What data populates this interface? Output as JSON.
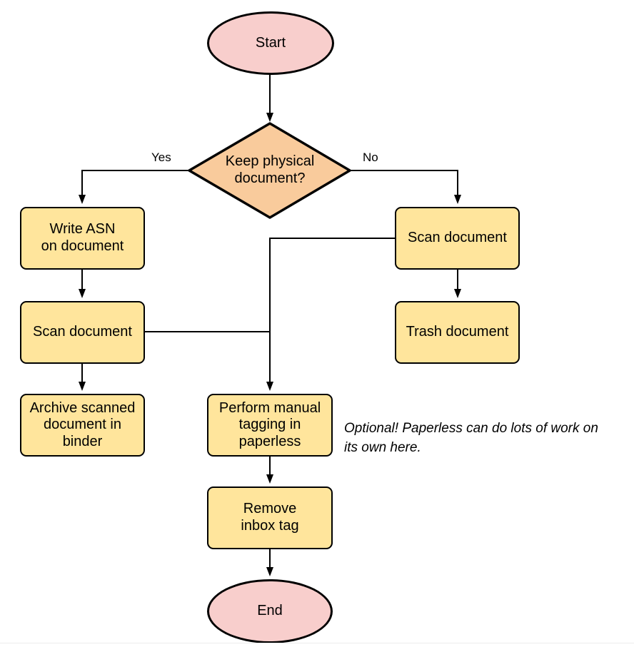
{
  "colors": {
    "terminal": "#f8cecc",
    "process": "#ffe59c",
    "decision": "#f9cb9c",
    "line": "#000000"
  },
  "nodes": {
    "start": {
      "label": "Start"
    },
    "decision": {
      "label": "Keep physical\ndocument?"
    },
    "write_asn": {
      "label": "Write ASN\non document"
    },
    "scan_left": {
      "label": "Scan document"
    },
    "archive": {
      "label": "Archive scanned\ndocument in\nbinder"
    },
    "scan_right": {
      "label": "Scan document"
    },
    "trash": {
      "label": "Trash document"
    },
    "tagging": {
      "label": "Perform manual\ntagging in\npaperless"
    },
    "remove_tag": {
      "label": "Remove\ninbox tag"
    },
    "end": {
      "label": "End"
    }
  },
  "edge_labels": {
    "yes": "Yes",
    "no": "No"
  },
  "note": {
    "text": "Optional! Paperless can do lots of work on\nits own here."
  }
}
